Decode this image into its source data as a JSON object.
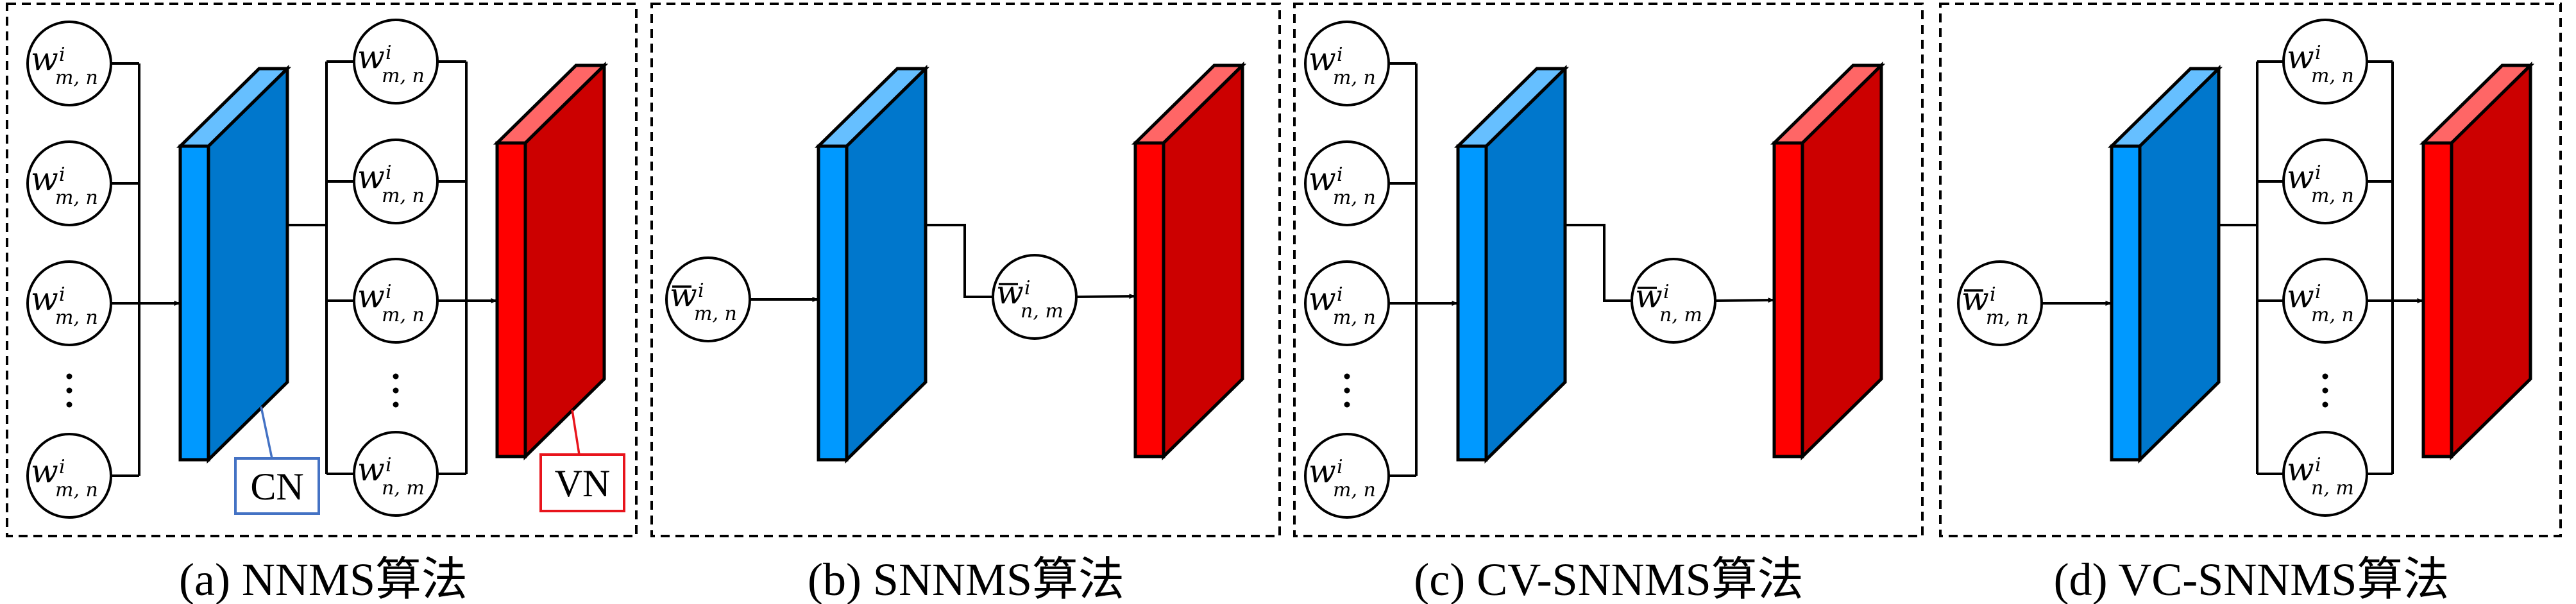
{
  "figure": {
    "colors": {
      "cn_top": "#66BFFF",
      "cn_front": "#0099FF",
      "cn_side": "#0077CC",
      "vn_top": "#FF6666",
      "vn_front": "#FF0000",
      "vn_side": "#CC0000",
      "cn_tag_border": "#4472C4",
      "vn_tag_border": "#E8141C",
      "line": "#000000"
    },
    "panels": [
      {
        "id": "a",
        "caption": "(a) NNMS算法",
        "input_column": {
          "nodes": [
            {
              "symbol": "w",
              "bar": false,
              "sup": "i",
              "sub": "m, n"
            },
            {
              "symbol": "w",
              "bar": false,
              "sup": "i",
              "sub": "m, n"
            },
            {
              "symbol": "w",
              "bar": false,
              "sup": "i",
              "sub": "m, n"
            },
            {
              "symbol": "w",
              "bar": false,
              "sup": "i",
              "sub": "m, n"
            }
          ],
          "ellipsis": "⋮"
        },
        "cn_block_label": "CN",
        "middle": {
          "type": "column",
          "nodes": [
            {
              "symbol": "w",
              "bar": false,
              "sup": "i",
              "sub": "m, n"
            },
            {
              "symbol": "w",
              "bar": false,
              "sup": "i",
              "sub": "m, n"
            },
            {
              "symbol": "w",
              "bar": false,
              "sup": "i",
              "sub": "m, n"
            },
            {
              "symbol": "w",
              "bar": false,
              "sup": "i",
              "sub": "n, m"
            }
          ],
          "ellipsis": "⋮"
        },
        "vn_block_label": "VN"
      },
      {
        "id": "b",
        "caption": "(b) SNNMS算法",
        "input_single": {
          "symbol": "w",
          "bar": true,
          "sup": "i",
          "sub": "m, n"
        },
        "middle": {
          "type": "single",
          "node": {
            "symbol": "w",
            "bar": true,
            "sup": "i",
            "sub": "n, m"
          }
        }
      },
      {
        "id": "c",
        "caption": "(c) CV-SNNMS算法",
        "input_column": {
          "nodes": [
            {
              "symbol": "w",
              "bar": false,
              "sup": "i",
              "sub": "m, n"
            },
            {
              "symbol": "w",
              "bar": false,
              "sup": "i",
              "sub": "m, n"
            },
            {
              "symbol": "w",
              "bar": false,
              "sup": "i",
              "sub": "m, n"
            },
            {
              "symbol": "w",
              "bar": false,
              "sup": "i",
              "sub": "m, n"
            }
          ],
          "ellipsis": "⋮"
        },
        "middle": {
          "type": "single",
          "node": {
            "symbol": "w",
            "bar": true,
            "sup": "i",
            "sub": "n, m"
          }
        }
      },
      {
        "id": "d",
        "caption": "(d) VC-SNNMS算法",
        "input_single": {
          "symbol": "w",
          "bar": true,
          "sup": "i",
          "sub": "m, n"
        },
        "middle": {
          "type": "column",
          "nodes": [
            {
              "symbol": "w",
              "bar": false,
              "sup": "i",
              "sub": "m, n"
            },
            {
              "symbol": "w",
              "bar": false,
              "sup": "i",
              "sub": "m, n"
            },
            {
              "symbol": "w",
              "bar": false,
              "sup": "i",
              "sub": "m, n"
            },
            {
              "symbol": "w",
              "bar": false,
              "sup": "i",
              "sub": "n, m"
            }
          ],
          "ellipsis": "⋮"
        }
      }
    ]
  }
}
